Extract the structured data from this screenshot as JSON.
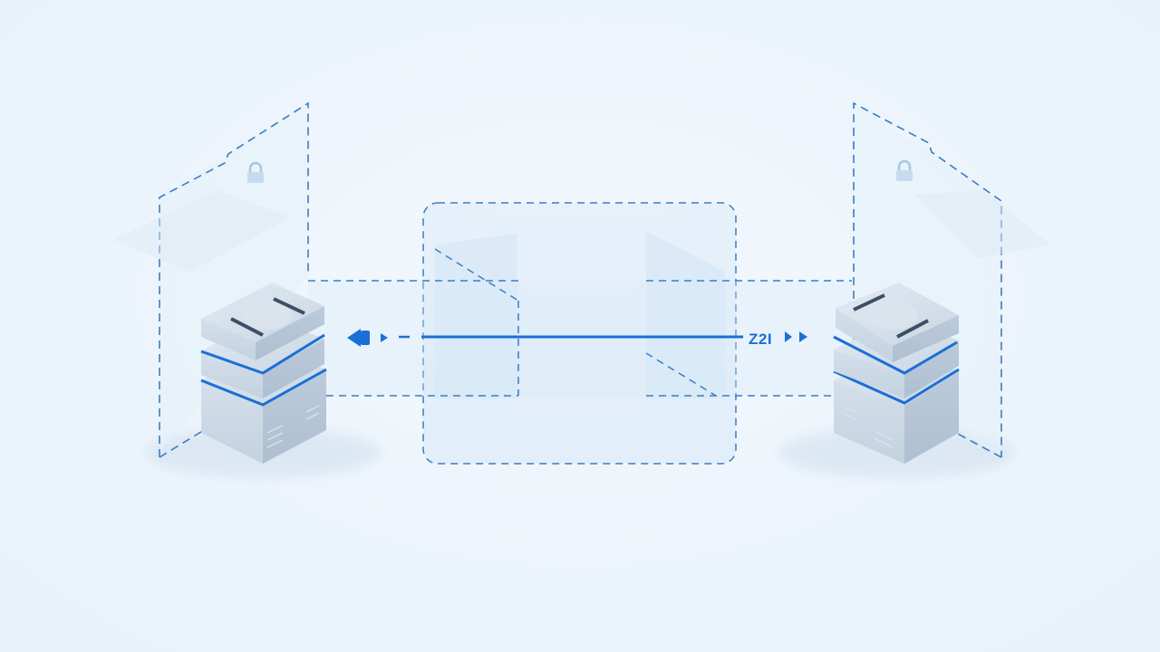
{
  "connection": {
    "label": "Z2I",
    "endpoint_a": "left-server",
    "endpoint_b": "right-server"
  },
  "colors": {
    "background": "#eef6fc",
    "accent": "#1a6fd6",
    "dash": "#3b7cc4",
    "panel_fill": "#dcebf8",
    "server_body": "#c8d6e4"
  },
  "icons": [
    "server-icon",
    "lock-icon",
    "plug-icon",
    "arrow-right-icon"
  ]
}
